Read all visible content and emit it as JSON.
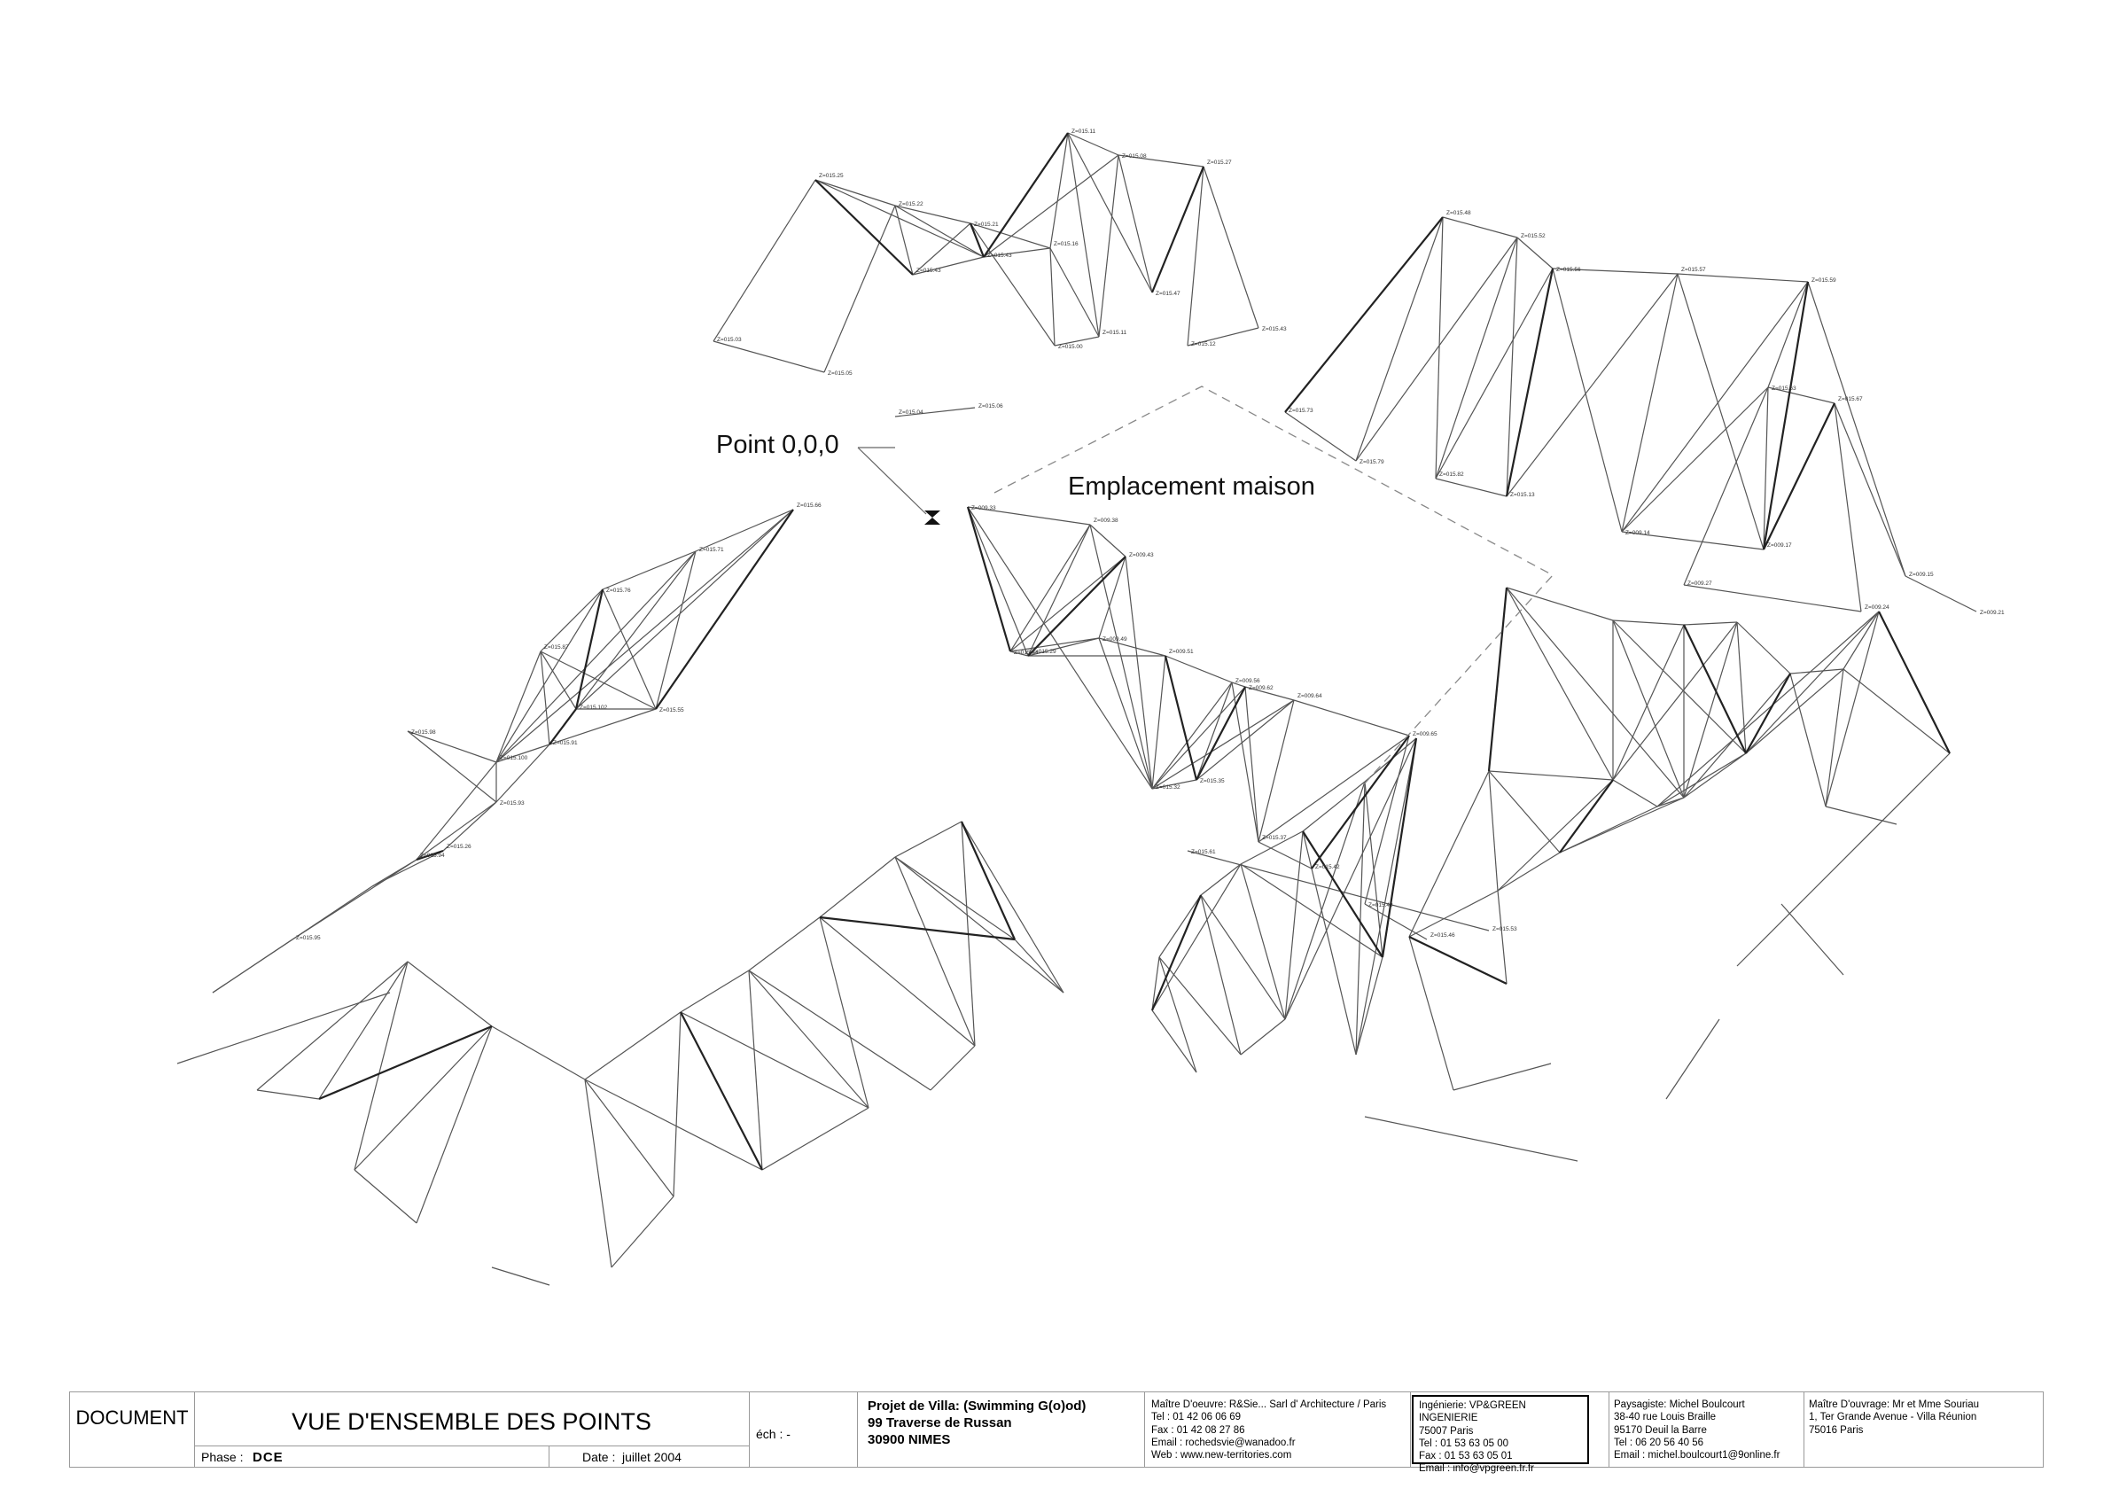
{
  "labels": {
    "origin": "Point 0,0,0",
    "house": "Emplacement maison"
  },
  "point_labels": [
    "Z=015.25",
    "Z=015.22",
    "Z=015.21",
    "Z=015.16",
    "Z=015.11",
    "Z=015.08",
    "Z=015.27",
    "Z=015.03",
    "Z=015.05",
    "Z=015.04",
    "Z=015.06",
    "Z=015.00",
    "Z=015.11",
    "Z=015.12",
    "Z=015.43",
    "Z=015.43",
    "Z=015.43",
    "Z=015.47",
    "Z=015.48",
    "Z=015.52",
    "Z=015.56",
    "Z=015.57",
    "Z=015.59",
    "Z=015.63",
    "Z=015.67",
    "Z=015.73",
    "Z=015.79",
    "Z=015.82",
    "Z=015.13",
    "Z=009.14",
    "Z=009.17",
    "Z=009.15",
    "Z=009.21",
    "Z=009.24",
    "Z=009.27",
    "Z=009.33",
    "Z=009.38",
    "Z=009.43",
    "Z=009.49",
    "Z=009.51",
    "Z=009.56",
    "Z=009.62",
    "Z=009.64",
    "Z=009.65",
    "Z=015.34",
    "Z=015.29",
    "Z=015.32",
    "Z=015.35",
    "Z=015.37",
    "Z=015.42",
    "Z=015.43",
    "Z=015.46",
    "Z=015.53",
    "Z=015.61",
    "Z=015.66",
    "Z=015.71",
    "Z=015.76",
    "Z=015.87",
    "Z=015.91",
    "Z=015.93",
    "Z=015.94",
    "Z=015.95",
    "Z=015.98",
    "Z=015.100",
    "Z=015.102",
    "Z=015.55",
    "Z=015.26"
  ],
  "title_block": {
    "document_label": "DOCUMENT",
    "title": "VUE D'ENSEMBLE DES POINTS",
    "phase_label": "Phase :",
    "phase_value": "DCE",
    "date_label": "Date :",
    "date_value": "juillet 2004",
    "scale_label": "éch : -",
    "project": {
      "line1": "Projet de Villa: (Swimming G(o)od)",
      "line2": "99 Traverse de Russan",
      "line3": "30900 NIMES"
    },
    "architect": {
      "line1": "Maître D'oeuvre: R&Sie... Sarl d' Architecture / Paris",
      "line2": "Tel : 01 42 06 06 69",
      "line3": "Fax : 01 42 08 27 86",
      "line4": "Email : rochedsvie@wanadoo.fr",
      "line5": "Web : www.new-territories.com"
    },
    "engineering": {
      "line1": "Ingénierie: VP&GREEN INGENIERIE",
      "line2": "75007  Paris",
      "line3": "Tel : 01 53 63 05 00",
      "line4": "Fax : 01 53 63 05 01",
      "line5": "Email : info@vpgreen.fr.fr"
    },
    "landscape": {
      "line1": "Paysagiste: Michel Boulcourt",
      "line2": "38-40 rue Louis Braille",
      "line3": "95170 Deuil la Barre",
      "line4": "Tel : 06 20 56 40 56",
      "line5": "Email : michel.boulcourt1@9online.fr"
    },
    "owner": {
      "line1": "Maître D'ouvrage: Mr et Mme Souriau",
      "line2": "1, Ter Grande Avenue - Villa Réunion",
      "line3": "75016 Paris"
    }
  }
}
